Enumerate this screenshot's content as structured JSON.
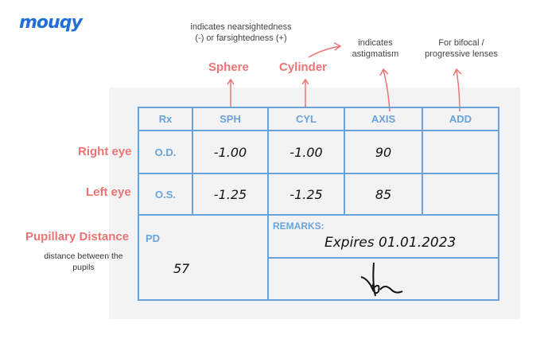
{
  "logo": "mouqy",
  "annotations": {
    "sphere_note": "indicates nearsightedness (-) or farsightedness (+)",
    "sphere_label": "Sphere",
    "cylinder_label": "Cylinder",
    "axis_note": "indicates astigmatism",
    "add_note": "For bifocal / progressive lenses",
    "right_eye": "Right eye",
    "left_eye": "Left eye",
    "pd_label": "Pupillary Distance",
    "pd_note": "distance between the pupils"
  },
  "table": {
    "headers": [
      "Rx",
      "SPH",
      "CYL",
      "AXIS",
      "ADD"
    ],
    "rows": [
      {
        "eye": "O.D.",
        "sph": "-1.00",
        "cyl": "-1.00",
        "axis": "90",
        "add": ""
      },
      {
        "eye": "O.S.",
        "sph": "-1.25",
        "cyl": "-1.25",
        "axis": "85",
        "add": ""
      }
    ],
    "pd_header": "PD",
    "pd_value": "57",
    "remarks_header": "REMARKS:",
    "remarks_value": "Expires 01.01.2023"
  },
  "colors": {
    "accent_red": "#ec7474",
    "table_blue": "#6aa3da",
    "logo_blue": "#1f6fd6"
  }
}
